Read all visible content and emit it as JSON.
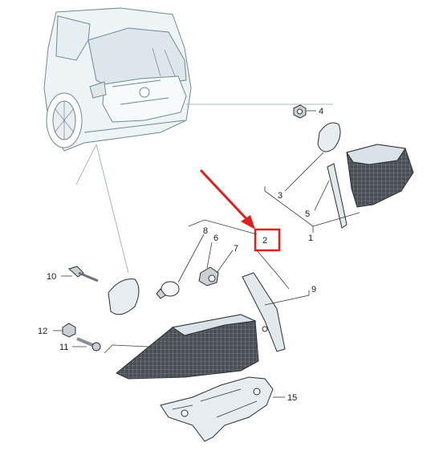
{
  "callouts": {
    "c1": "1",
    "c2": "2",
    "c3": "3",
    "c4": "4",
    "c5": "5",
    "c6": "6",
    "c7": "7",
    "c8": "8",
    "c9": "9",
    "c10": "10",
    "c11": "11",
    "c12": "12",
    "c15": "15"
  },
  "colors": {
    "highlight": "#e0201f",
    "lamp_lens": "#d9e2e6",
    "lamp_dark": "#3b3f44",
    "vehicle_line": "#6d8a96"
  }
}
